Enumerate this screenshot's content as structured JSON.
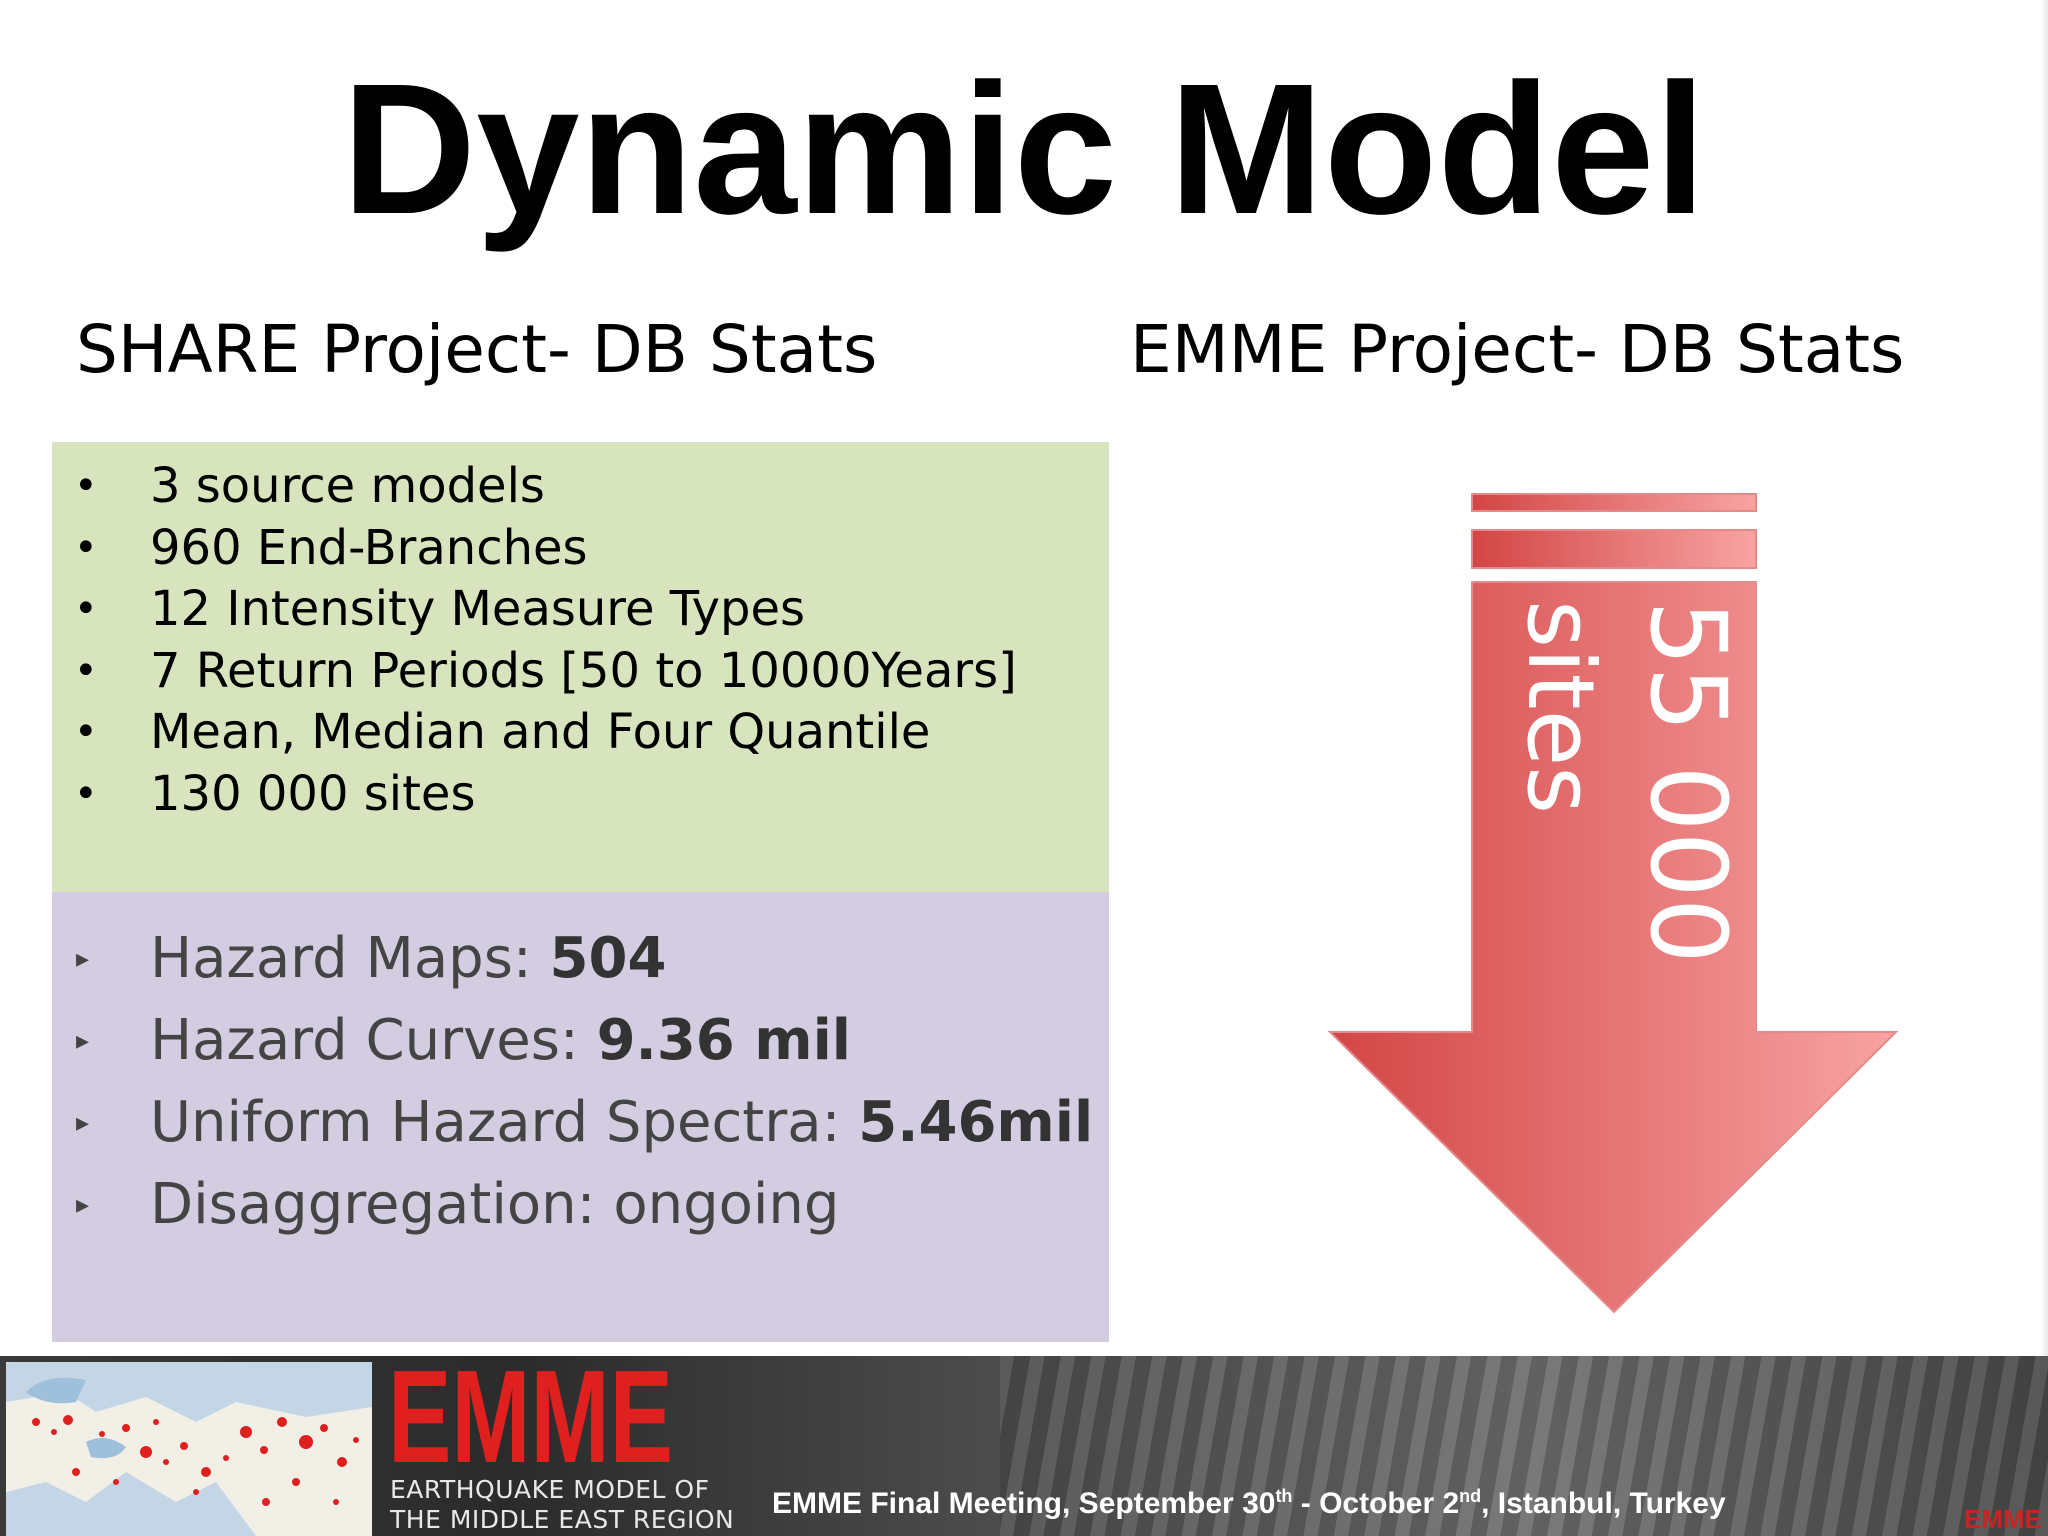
{
  "slide": {
    "title": "Dynamic Model",
    "left_heading": "SHARE Project- DB Stats",
    "right_heading": "EMME Project- DB Stats"
  },
  "share_bullets": [
    "3 source models",
    "960 End-Branches",
    "12 Intensity Measure Types",
    "7 Return Periods [50 to 10000Years]",
    "Mean, Median and Four Quantile",
    "130 000 sites"
  ],
  "share_outputs": [
    {
      "label": "Hazard Maps: ",
      "value": "504"
    },
    {
      "label": "Hazard Curves: ",
      "value": "9.36 mil"
    },
    {
      "label": "Uniform Hazard Spectra: ",
      "value": "5.46mil"
    },
    {
      "label": "Disaggregation: ongoing",
      "value": ""
    }
  ],
  "emme_arrow": {
    "count": "55 000",
    "unit": "sites",
    "color_light": "#f8a3a3",
    "color_dark": "#d34545"
  },
  "footer": {
    "logo_text": "EMME",
    "logo_sub_1": "EARTHQUAKE MODEL OF",
    "logo_sub_2": "THE MIDDLE EAST REGION",
    "meeting_1": "EMME Final Meeting, September 30",
    "meeting_sup_1": "th",
    "meeting_2": " - October 2",
    "meeting_sup_2": "nd",
    "meeting_3": ", Istanbul, Turkey",
    "corner_logo": "EMME",
    "logo_color": "#e0201e"
  }
}
